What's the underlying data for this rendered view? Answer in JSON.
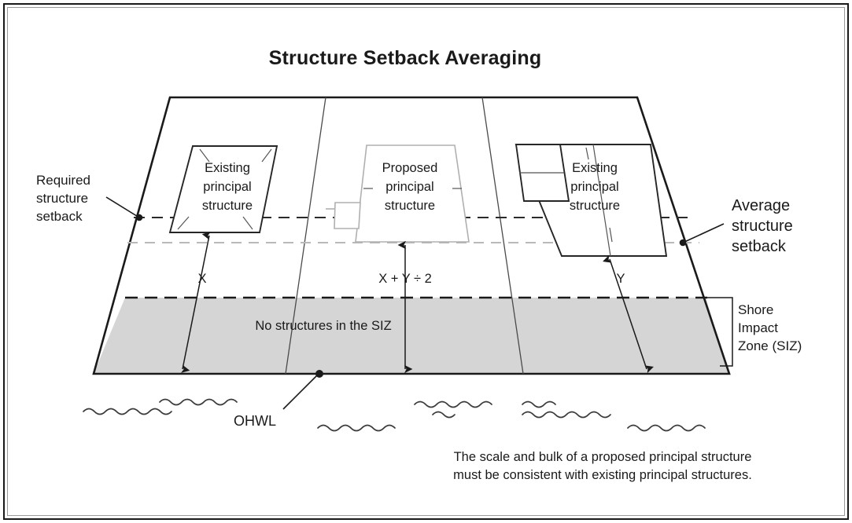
{
  "title": "Structure Setback Averaging",
  "annotations": {
    "required_setback": [
      "Required",
      "structure",
      "setback"
    ],
    "average_setback": [
      "Average",
      "structure",
      "setback"
    ],
    "shore_impact_zone": [
      "Shore",
      "Impact",
      "Zone (SIZ)"
    ],
    "ohwl": "OHWL"
  },
  "structures": [
    {
      "id": "existing-left",
      "lines": [
        "Existing",
        "principal",
        "structure"
      ]
    },
    {
      "id": "proposed-center",
      "lines": [
        "Proposed",
        "principal",
        "structure"
      ]
    },
    {
      "id": "existing-right",
      "lines": [
        "Existing",
        "principal",
        "structure"
      ]
    }
  ],
  "dimensions": {
    "left": "X",
    "center": "X + Y ÷ 2",
    "right": "Y"
  },
  "siz_note": "No structures in the SIZ",
  "caption": [
    "The scale and bulk of a proposed principal structure",
    "must be consistent with existing principal structures."
  ],
  "colors": {
    "ink": "#1a1a1a",
    "siz_fill": "#d5d5d5",
    "average_line": "#b9b9b9",
    "light_structure": "#b0b0b0",
    "frame": "#1a1a1a",
    "background": "#ffffff"
  },
  "icons": {
    "required_marker": "point-marker-dot",
    "average_marker": "point-marker-dot",
    "ohwl_marker": "point-marker-dot",
    "water": "wavy-water-lines",
    "siz_bracket": "bracket-icon"
  }
}
